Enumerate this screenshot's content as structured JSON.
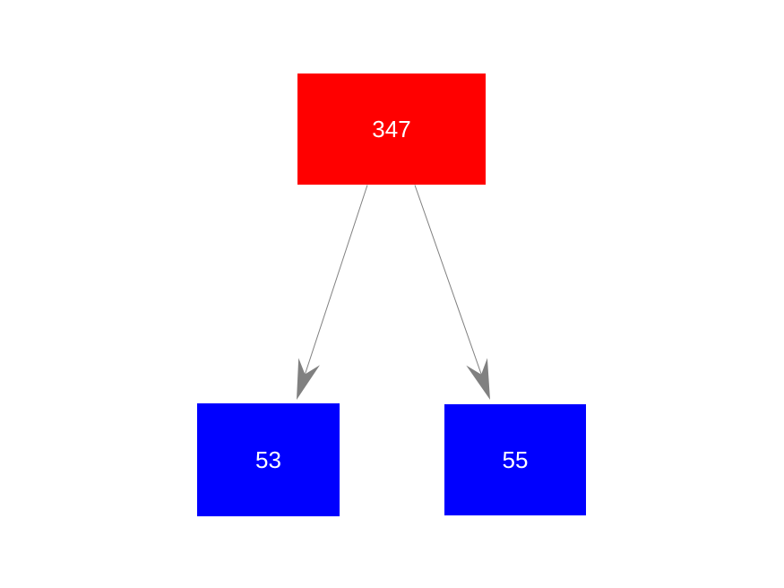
{
  "canvas": {
    "background": "#ffffff"
  },
  "graph": {
    "type": "tree",
    "nodes": [
      {
        "id": "root",
        "label": "347",
        "fill": "#ff0000",
        "text_color": "#ffffff",
        "shape": "box"
      },
      {
        "id": "left",
        "label": "53",
        "fill": "#0000ff",
        "text_color": "#ffffff",
        "shape": "box"
      },
      {
        "id": "right",
        "label": "55",
        "fill": "#0000ff",
        "text_color": "#ffffff",
        "shape": "box"
      }
    ],
    "edges": [
      {
        "from": "root",
        "to": "left",
        "color": "#808080",
        "arrow": "to"
      },
      {
        "from": "root",
        "to": "right",
        "color": "#808080",
        "arrow": "to"
      }
    ]
  }
}
